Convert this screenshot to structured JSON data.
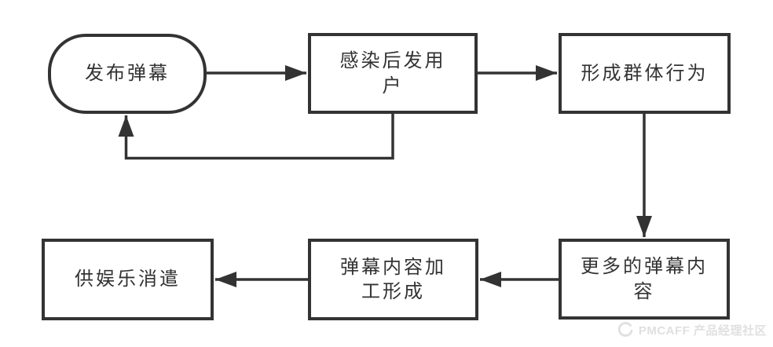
{
  "colors": {
    "stroke": "#333333",
    "text": "#333333",
    "background": "#ffffff",
    "watermark": "#e0e0e0"
  },
  "diagram": {
    "type": "flowchart",
    "nodes": [
      {
        "id": "publish-danmaku",
        "shape": "stadium",
        "label": "发布弹幕"
      },
      {
        "id": "infected-users",
        "shape": "rect",
        "label": "感染后发用户"
      },
      {
        "id": "group-behavior",
        "shape": "rect",
        "label": "形成群体行为"
      },
      {
        "id": "more-danmaku-content",
        "shape": "rect",
        "label": "更多的弹幕内容"
      },
      {
        "id": "content-processing",
        "shape": "rect",
        "label": "弹幕内容加工形成"
      },
      {
        "id": "entertainment",
        "shape": "rect",
        "label": "供娱乐消遣"
      }
    ],
    "edges": [
      {
        "from": "publish-danmaku",
        "to": "infected-users"
      },
      {
        "from": "infected-users",
        "to": "group-behavior"
      },
      {
        "from": "group-behavior",
        "to": "more-danmaku-content"
      },
      {
        "from": "more-danmaku-content",
        "to": "content-processing"
      },
      {
        "from": "content-processing",
        "to": "entertainment"
      },
      {
        "from": "infected-users",
        "to": "publish-danmaku",
        "type": "feedback-loop"
      }
    ]
  },
  "watermark": {
    "text": "PMCAFF 产品经理社区"
  }
}
